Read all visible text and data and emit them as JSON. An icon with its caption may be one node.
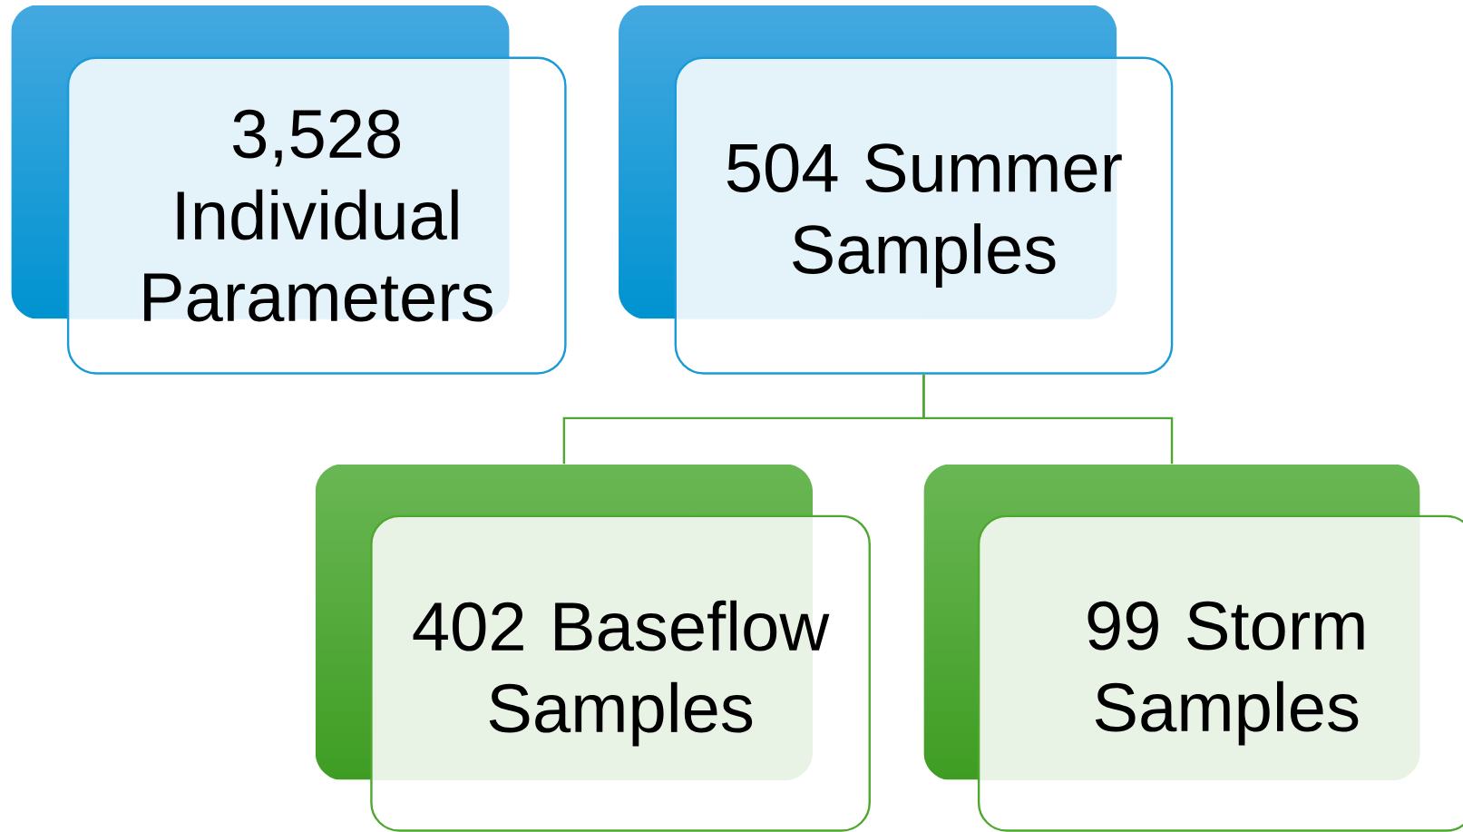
{
  "diagram": {
    "nodes": [
      {
        "text": [
          "3,528 Individual Parameters"
        ]
      },
      {
        "text": [
          "504 Summer Samples"
        ]
      },
      {
        "text": [
          "402 Baseflow Samples"
        ]
      },
      {
        "text": [
          "99 Storm Samples"
        ]
      }
    ],
    "edges": [
      {
        "from": 1,
        "to": 2,
        "arrow": "none"
      },
      {
        "from": 1,
        "to": 3,
        "arrow": "none"
      }
    ]
  }
}
